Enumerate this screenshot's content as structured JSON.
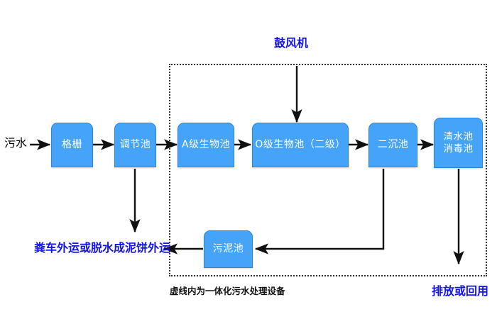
{
  "diagram": {
    "title_label": "鼓风机",
    "inlet_label": "污水",
    "dashed_caption": "虚线内为一体化污水处理设备",
    "sludge_output_label": "粪车外运或脱水成泥饼外运",
    "effluent_label": "排放或回用",
    "accent_color": "#45a4f8",
    "accent_border": "#2f86d8",
    "blue_text_color": "#1212ee",
    "nodes": [
      {
        "id": "grate",
        "label": "格栅"
      },
      {
        "id": "equalization",
        "label": "调节池"
      },
      {
        "id": "a-stage",
        "label": "A级生物池"
      },
      {
        "id": "o-stage",
        "label": "O级生物池（二级）"
      },
      {
        "id": "clarifier",
        "label": "二沉池"
      },
      {
        "id": "clearwater",
        "label": "清水池\n消毒池"
      },
      {
        "id": "sludge",
        "label": "污泥池"
      }
    ]
  }
}
